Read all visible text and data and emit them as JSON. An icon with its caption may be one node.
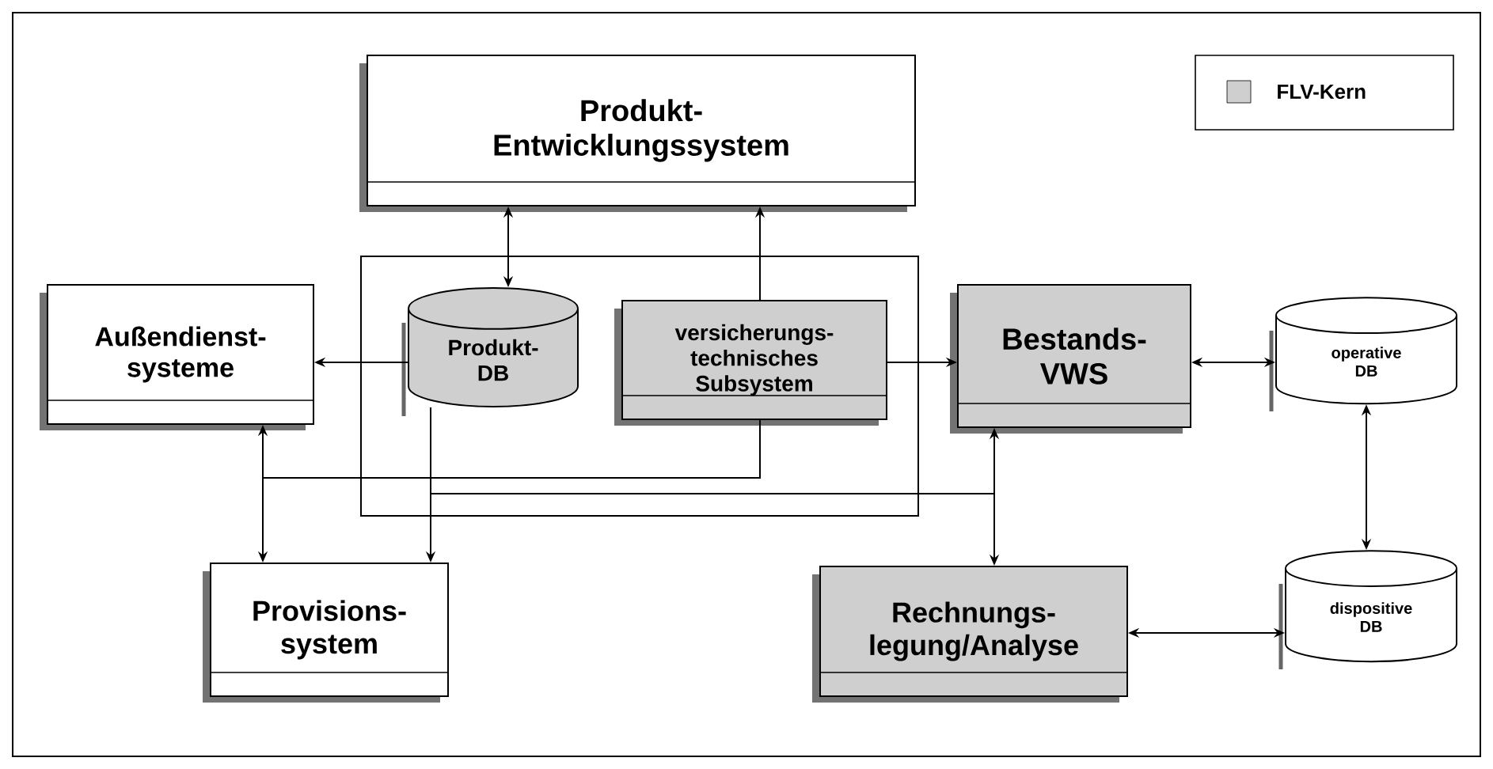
{
  "diagram": {
    "nodes": [
      {
        "text": [
          "Produkt- Entwicklungssystem"
        ]
      },
      {
        "text": [],
        "shape": "box"
      },
      {
        "text": [
          "Außendienst- systeme"
        ]
      },
      {
        "text": [
          "Produkt- DB"
        ],
        "in": 1
      },
      {
        "text": [
          "versicherungs- technisches Subsystem"
        ],
        "in": 1
      },
      {
        "text": [
          "Bestands- VWS"
        ]
      },
      {
        "text": [
          "operative DB"
        ]
      },
      {
        "text": [
          "Provisions- system"
        ]
      },
      {
        "text": [
          "Rechnungs- legung/Analyse"
        ]
      },
      {
        "text": [
          "dispositive DB"
        ]
      }
    ],
    "edges": [
      {
        "from": 0,
        "to": 3,
        "arrow": "both"
      },
      {
        "from": 4,
        "to": 0,
        "arrow": "to"
      },
      {
        "from": 3,
        "to": 2,
        "arrow": "to"
      },
      {
        "from": 4,
        "to": 5,
        "arrow": "to"
      },
      {
        "from": 5,
        "to": 6,
        "arrow": "both"
      },
      {
        "from": 6,
        "to": 9,
        "arrow": "both"
      },
      {
        "from": 8,
        "to": 9,
        "arrow": "both"
      },
      {
        "from": 4,
        "to": 2,
        "arrow": "to"
      },
      {
        "from": 4,
        "to": 7,
        "arrow": "to"
      },
      {
        "from": 3,
        "to": 7,
        "arrow": "to"
      },
      {
        "from": 3,
        "to": 5,
        "arrow": "to"
      },
      {
        "from": 3,
        "to": 8,
        "arrow": "to"
      }
    ],
    "legend": [
      {
        "text": "FLV-Kern",
        "color": "#cfcfcf"
      }
    ]
  }
}
